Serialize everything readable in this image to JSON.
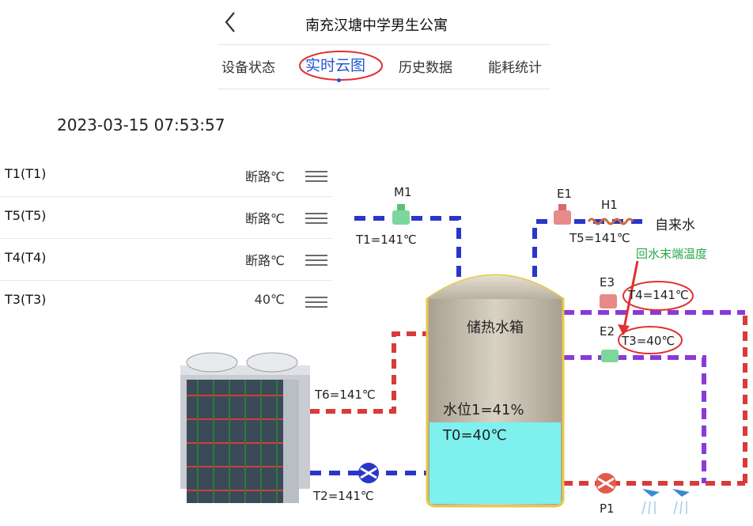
{
  "header": {
    "title": "南充汉塘中学男生公寓"
  },
  "tabs": [
    {
      "label": "设备状态"
    },
    {
      "label": "实时云图"
    },
    {
      "label": "历史数据"
    },
    {
      "label": "能耗统计"
    }
  ],
  "timestamp": "2023-03-15 07:53:57",
  "sensors": [
    {
      "name": "T1(T1)",
      "value": "断路℃"
    },
    {
      "name": "T5(T5)",
      "value": "断路℃"
    },
    {
      "name": "T4(T4)",
      "value": "断路℃"
    },
    {
      "name": "T3(T3)",
      "value": "40℃"
    }
  ],
  "diagram": {
    "tank_title": "储热水箱",
    "water_level": "水位1=41%",
    "t0": "T0=40℃",
    "m1": "M1",
    "t1": "T1=141℃",
    "e1": "E1",
    "h1": "H1",
    "tap_water": "自来水",
    "t5": "T5=141℃",
    "annotation": "回水末端温度",
    "e3": "E3",
    "t4": "T4=141℃",
    "e2": "E2",
    "t3": "T3=40℃",
    "t6": "T6=141℃",
    "t2": "T2=141℃",
    "p1": "P1",
    "colors": {
      "hot": "#d93a3a",
      "cold": "#2a36c9",
      "return": "#8a3ad6",
      "water": "#7ef0ee",
      "accent": "#2456d6"
    }
  }
}
